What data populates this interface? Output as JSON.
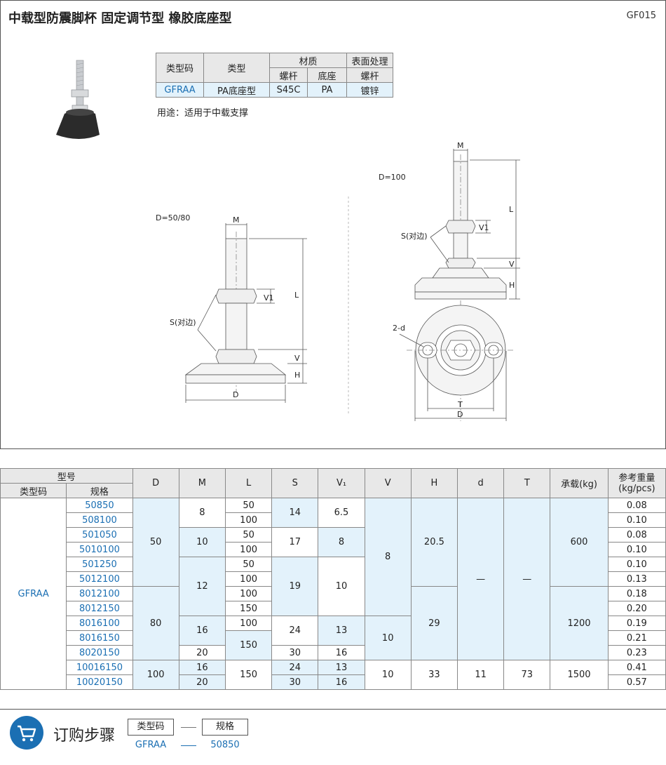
{
  "header": {
    "title": "中载型防震脚杯  固定调节型  橡胶底座型",
    "code": "GF015"
  },
  "material_table": {
    "h_type_code": "类型码",
    "h_type": "类型",
    "h_material": "材质",
    "h_surface": "表面处理",
    "h_screw": "螺杆",
    "h_base": "底座",
    "h_surface_screw": "螺杆",
    "type_code": "GFRAA",
    "type": "PA底座型",
    "screw": "S45C",
    "base": "PA",
    "surface": "镀锌"
  },
  "usage": "用途：适用于中载支撑",
  "drawing": {
    "left_label": "D=50/80",
    "right_label": "D=100",
    "M": "M",
    "L": "L",
    "V1": "V1",
    "V": "V",
    "H": "H",
    "D": "D",
    "S": "S(对边)",
    "T": "T",
    "d2": "2-d"
  },
  "spec_table": {
    "h_model": "型号",
    "h_type_code": "类型码",
    "h_spec": "规格",
    "h_D": "D",
    "h_M": "M",
    "h_L": "L",
    "h_S": "S",
    "h_V1": "V₁",
    "h_V": "V",
    "h_H": "H",
    "h_d": "d",
    "h_T": "T",
    "h_load": "承载(kg)",
    "h_weight": "参考重量\n(kg/pcs)",
    "type_code": "GFRAA",
    "sizes": [
      "50850",
      "508100",
      "501050",
      "5010100",
      "501250",
      "5012100",
      "8012100",
      "8012150",
      "8016100",
      "8016150",
      "8020150",
      "10016150",
      "10020150"
    ],
    "weights": [
      "0.08",
      "0.10",
      "0.08",
      "0.10",
      "0.10",
      "0.13",
      "0.18",
      "0.20",
      "0.19",
      "0.21",
      "0.23",
      "0.41",
      "0.57"
    ],
    "D": [
      "50",
      "80",
      "100"
    ],
    "M": [
      "8",
      "10",
      "12",
      "16",
      "20",
      "16",
      "20"
    ],
    "L": [
      "50",
      "100",
      "50",
      "100",
      "50",
      "100",
      "100",
      "150",
      "100",
      "150"
    ],
    "S": [
      "14",
      "17",
      "19",
      "24",
      "30",
      "24",
      "30"
    ],
    "V1": [
      "6.5",
      "8",
      "10",
      "13",
      "16",
      "13",
      "16"
    ],
    "V": [
      "8",
      "10"
    ],
    "H": [
      "20.5",
      "29",
      "33"
    ],
    "d": [
      "—",
      "11"
    ],
    "T": [
      "—",
      "73"
    ],
    "load": [
      "600",
      "1200",
      "1500"
    ]
  },
  "order": {
    "title": "订购步骤",
    "box1": "类型码",
    "box2": "规格",
    "val1": "GFRAA",
    "val2": "50850",
    "sep": "——"
  },
  "colors": {
    "accent": "#1b6fb3",
    "light_blue": "#e3f2fb",
    "header_gray": "#e8e8e8"
  }
}
